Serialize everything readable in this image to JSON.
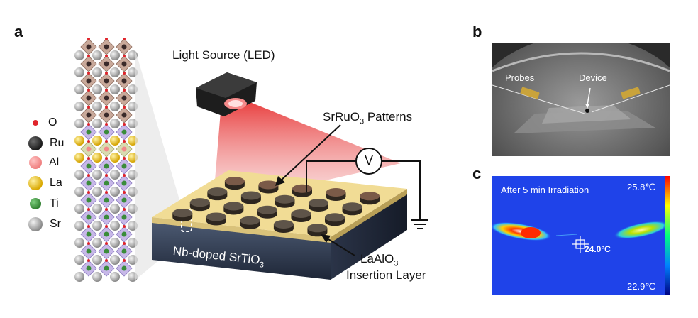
{
  "panels": {
    "a": "a",
    "b": "b",
    "c": "c"
  },
  "legend": [
    {
      "symbol": "O",
      "color": "#e0242b"
    },
    {
      "symbol": "Ru",
      "color": "#2a2a2a"
    },
    {
      "symbol": "Al",
      "color": "#f28a8a"
    },
    {
      "symbol": "La",
      "color": "#e6b800"
    },
    {
      "symbol": "Ti",
      "color": "#3a8c3a"
    },
    {
      "symbol": "Sr",
      "color": "#a8a8a8"
    }
  ],
  "labels": {
    "light_source": "Light Source (LED)",
    "patterns_main": "SrRuO",
    "patterns_sub": "3",
    "patterns_tail": " Patterns",
    "voltmeter": "V",
    "substrate_main": "Nb-doped SrTiO",
    "substrate_sub": "3",
    "insertion_main": "LaAlO",
    "insertion_sub": "3",
    "insertion_line2": "Insertion Layer"
  },
  "photo_b": {
    "probes": "Probes",
    "device": "Device"
  },
  "photo_c": {
    "title": "After 5 min Irradiation",
    "max_temp": "25.8℃",
    "min_temp": "22.9℃",
    "spot_temp": "24.0°C"
  }
}
